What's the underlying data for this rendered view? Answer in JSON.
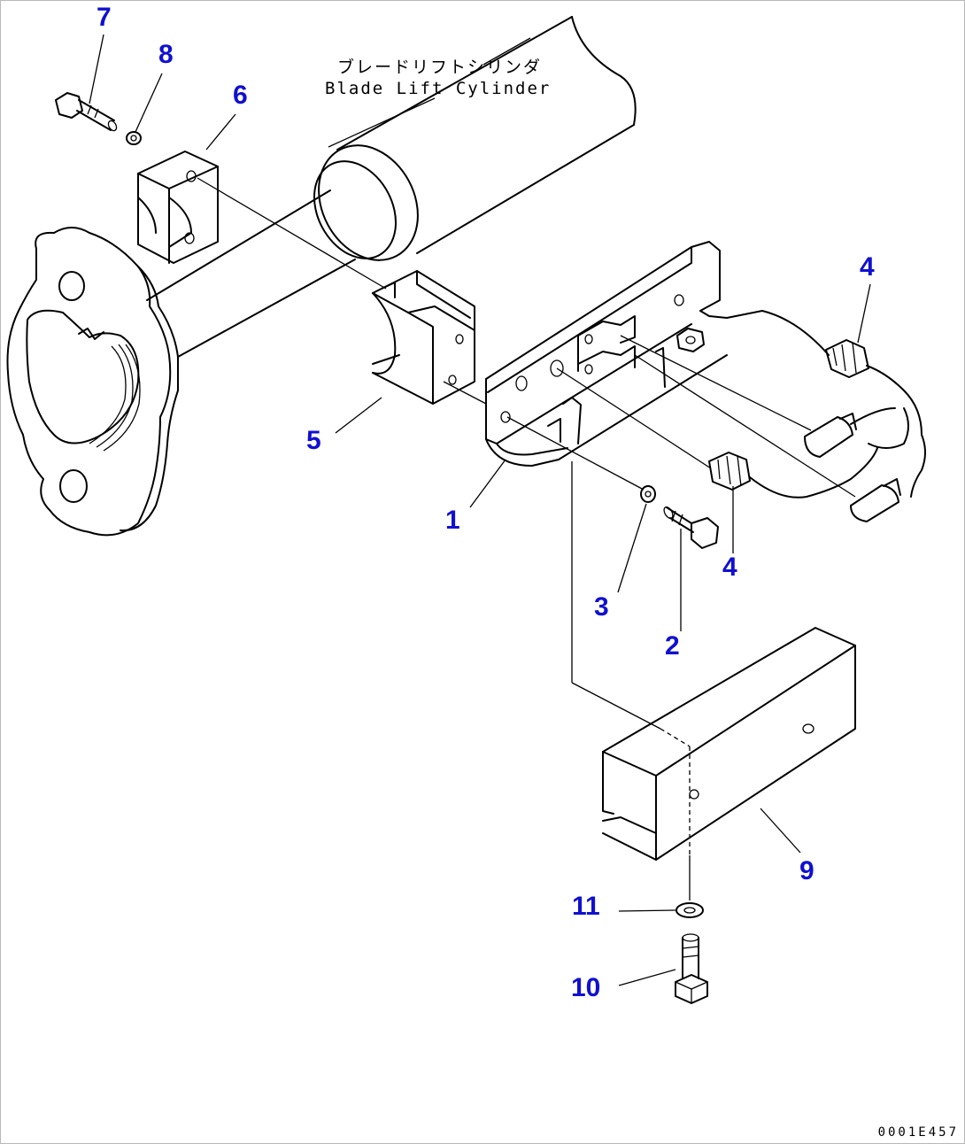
{
  "theme": {
    "callout_color": "#1010d0",
    "line_color": "#000000",
    "background": "#ffffff"
  },
  "captions": {
    "jp": "ブレードリフトシリンダ",
    "en": "Blade Lift Cylinder"
  },
  "callouts": {
    "c1": "1",
    "c2": "2",
    "c3": "3",
    "c4a": "4",
    "c4b": "4",
    "c5": "5",
    "c6": "6",
    "c7": "7",
    "c8": "8",
    "c9": "9",
    "c10": "10",
    "c11": "11"
  },
  "drawing_number": "0001E457"
}
